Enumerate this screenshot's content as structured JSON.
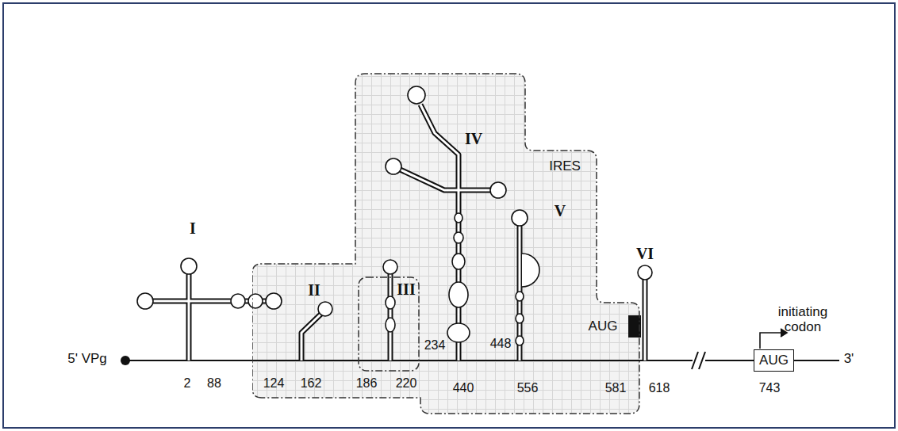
{
  "diagram": {
    "nodes": [
      {
        "text": [
          "IRES"
        ]
      },
      {
        "text": [
          "AUG"
        ]
      }
    ],
    "labels": [
      "5' VPg",
      "3'",
      "I",
      "II",
      "III",
      "IV",
      "V",
      "VI",
      "AUG",
      "initiating codon",
      "2",
      "88",
      "124",
      "162",
      "186",
      "220",
      "234",
      "440",
      "448",
      "556",
      "581",
      "618",
      "743"
    ]
  }
}
